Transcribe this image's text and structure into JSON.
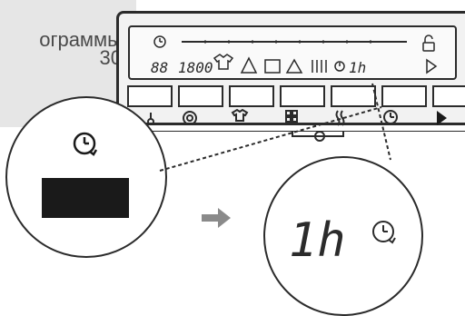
{
  "background_text": {
    "line1": "ограммы",
    "line2": "30"
  },
  "lcd": {
    "segment_left": "88",
    "segment_speed": "1800",
    "segment_time": "1h"
  },
  "callout": {
    "segment_time": "1h"
  },
  "icons": [
    "thermometer-icon",
    "spin-icon",
    "shirt-icon",
    "options-icon",
    "steam-icon",
    "delay-timer-icon",
    "play-icon",
    "child-lock-icon",
    "arrow-right-icon"
  ],
  "colors": {
    "stroke": "#2b2b2b",
    "lcd_background": "#fafafa",
    "indicator_black": "#1a1a1a",
    "arrow_gray": "#8a8a8a"
  }
}
